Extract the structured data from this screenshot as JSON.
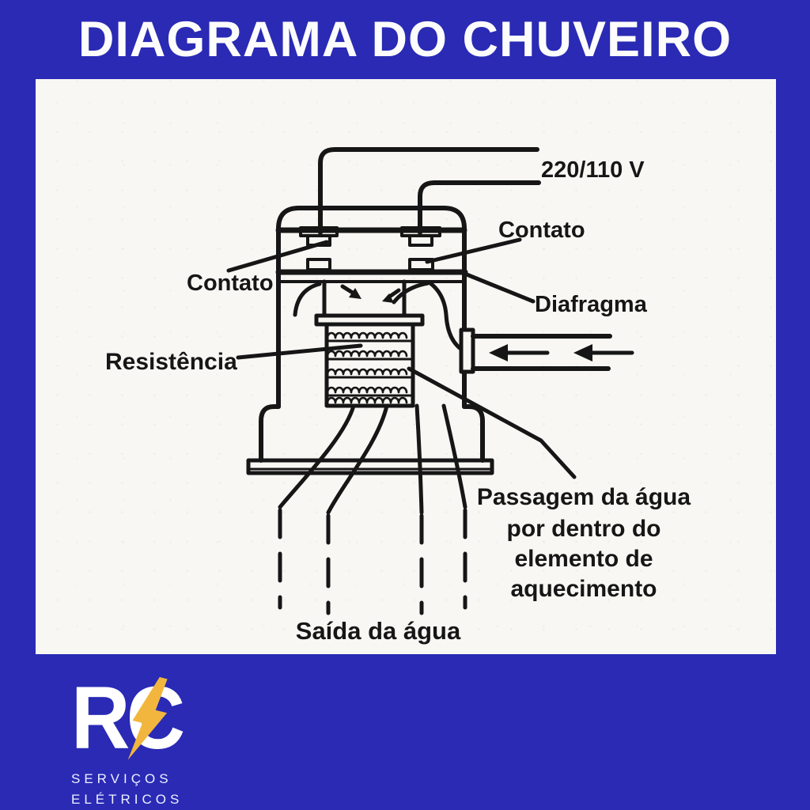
{
  "header": {
    "title": "DIAGRAMA DO CHUVEIRO"
  },
  "diagram": {
    "labels": {
      "voltage": "220/110 V",
      "contato_right": "Contato",
      "contato_left": "Contato",
      "diafragma": "Diafragma",
      "resistencia": "Resistência",
      "passagem": [
        "Passagem da água",
        "por dentro do",
        "elemento de",
        "aquecimento"
      ],
      "saida": "Saída da água"
    },
    "icons": {
      "inlet_arrows": "arrow-left-icon",
      "flow_arrows": "flow-arrow-icon"
    }
  },
  "footer": {
    "brand": "RC",
    "tagline_line1": "SERVIÇOS",
    "tagline_line2": "ELÉTRICOS",
    "bolt_icon": "lightning-bolt-icon"
  },
  "colors": {
    "background": "#2a2ab5",
    "panel": "#f8f7f4",
    "ink": "#161616",
    "bolt": "#f2b63e",
    "title_text": "#fcfcfc"
  }
}
